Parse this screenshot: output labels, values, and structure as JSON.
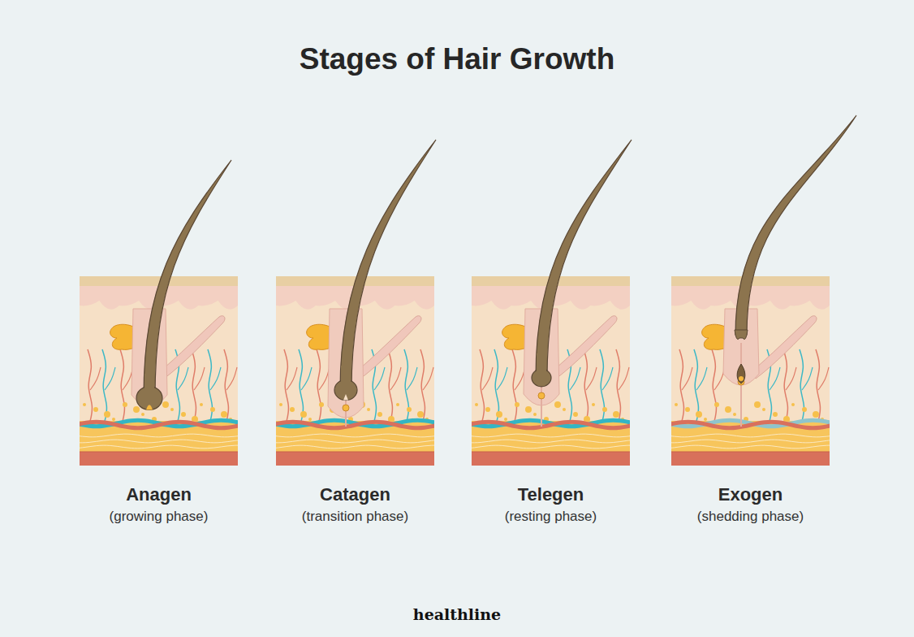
{
  "diagram": {
    "title": "Stages of Hair Growth",
    "labels": [
      "Anagen",
      "(growing phase)",
      "Catagen",
      "(transition phase)",
      "Telegen",
      "(resting phase)",
      "Exogen",
      "(shedding phase)",
      "healthline"
    ]
  }
}
